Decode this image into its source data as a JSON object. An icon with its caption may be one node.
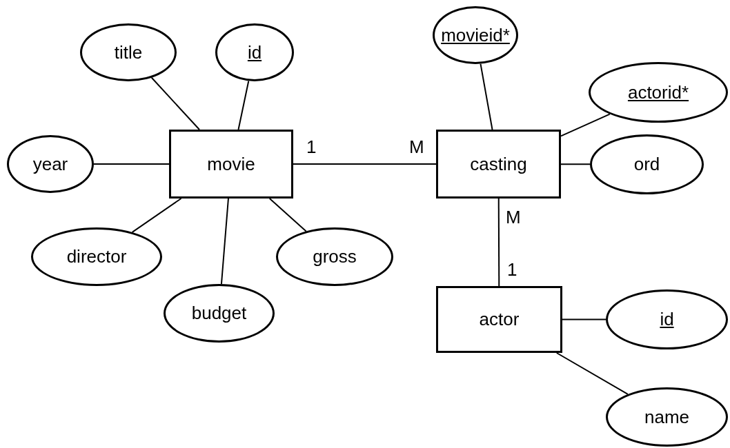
{
  "diagram": {
    "nodes": [
      {
        "text": [
          "title"
        ]
      },
      {
        "text": [
          "id"
        ]
      },
      {
        "text": [
          "movieid*"
        ]
      },
      {
        "text": [
          "actorid*"
        ]
      },
      {
        "text": [
          "year"
        ]
      },
      {
        "text": [
          "movie"
        ]
      },
      {
        "text": [
          "casting"
        ]
      },
      {
        "text": [
          "ord"
        ]
      },
      {
        "text": [
          "director"
        ]
      },
      {
        "text": [
          "gross"
        ]
      },
      {
        "text": [
          "budget"
        ]
      },
      {
        "text": [
          "actor"
        ]
      },
      {
        "text": [
          "id"
        ]
      },
      {
        "text": [
          "name"
        ]
      }
    ],
    "edges": [
      {
        "from": 0,
        "to": 5,
        "arrow": "none"
      },
      {
        "from": 1,
        "to": 5,
        "arrow": "none"
      },
      {
        "from": 4,
        "to": 5,
        "arrow": "none"
      },
      {
        "from": 8,
        "to": 5,
        "arrow": "none"
      },
      {
        "from": 10,
        "to": 5,
        "arrow": "none"
      },
      {
        "from": 9,
        "to": 5,
        "arrow": "none"
      },
      {
        "from": 5,
        "to": 6,
        "arrow": "none"
      },
      {
        "from": 2,
        "to": 6,
        "arrow": "none"
      },
      {
        "from": 3,
        "to": 6,
        "arrow": "none"
      },
      {
        "from": 7,
        "to": 6,
        "arrow": "none"
      },
      {
        "from": 6,
        "to": 11,
        "arrow": "none"
      },
      {
        "from": 12,
        "to": 11,
        "arrow": "none"
      },
      {
        "from": 13,
        "to": 11,
        "arrow": "none"
      }
    ],
    "labels": [
      "1",
      "M",
      "M",
      "1"
    ]
  }
}
